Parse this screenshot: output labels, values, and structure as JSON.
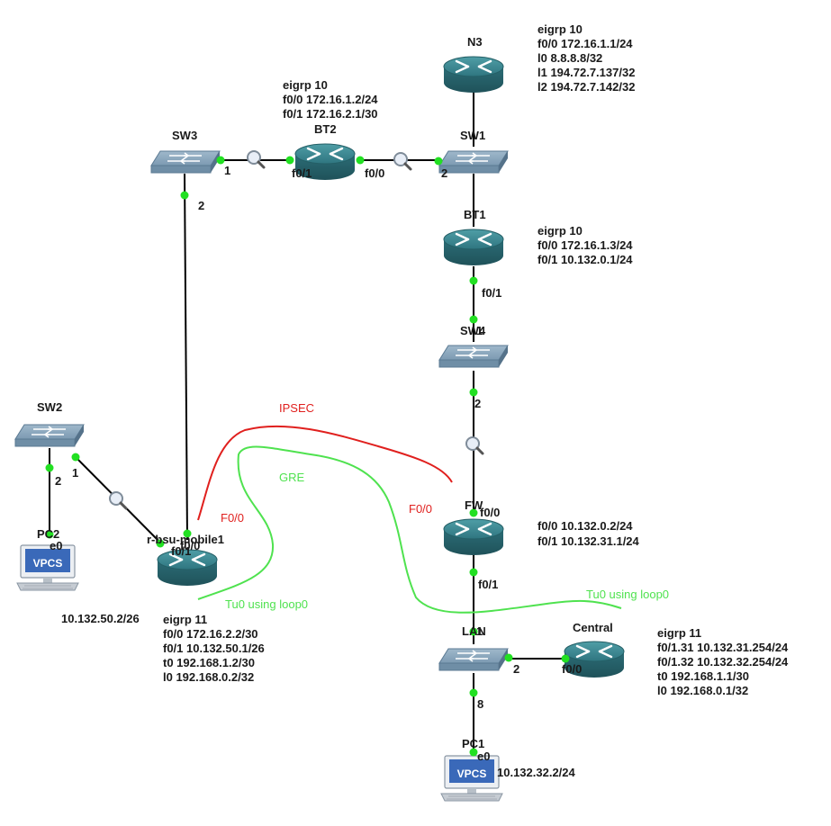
{
  "colors": {
    "ipsec": "#e0201e",
    "gre": "#4fe24f",
    "router": "#2f7f88",
    "switch": "#6b8fa8",
    "port_dot": "#22e022"
  },
  "devices": {
    "n3": {
      "name": "N3",
      "icon": "router-icon"
    },
    "sw1": {
      "name": "SW1",
      "icon": "switch-icon"
    },
    "bt2": {
      "name": "BT2",
      "icon": "router-icon"
    },
    "sw3": {
      "name": "SW3",
      "icon": "switch-icon"
    },
    "bt1": {
      "name": "BT1",
      "icon": "router-icon"
    },
    "sw4": {
      "name": "SW4",
      "icon": "switch-icon"
    },
    "fw": {
      "name": "FW",
      "icon": "router-icon"
    },
    "lan": {
      "name": "LAN",
      "icon": "switch-icon"
    },
    "central": {
      "name": "Central",
      "icon": "router-icon"
    },
    "sw2": {
      "name": "SW2",
      "icon": "switch-icon"
    },
    "mobile": {
      "name": "r-bsu-mobile1",
      "icon": "router-icon"
    },
    "pc1": {
      "name": "PC1",
      "icon": "vpcs-icon",
      "badge": "VPCS"
    },
    "pc2": {
      "name": "PC2",
      "icon": "vpcs-icon",
      "badge": "VPCS"
    }
  },
  "configs": {
    "n3": [
      "eigrp 10",
      "f0/0 172.16.1.1/24",
      "l0 8.8.8.8/32",
      "l1 194.72.7.137/32",
      "l2 194.72.7.142/32"
    ],
    "bt2": [
      "eigrp 10",
      "f0/0 172.16.1.2/24",
      "f0/1 172.16.2.1/30"
    ],
    "bt1": [
      "eigrp 10",
      "f0/0 172.16.1.3/24",
      "f0/1 10.132.0.1/24"
    ],
    "fw": [
      "f0/0 10.132.0.2/24",
      "f0/1 10.132.31.1/24"
    ],
    "central": [
      "eigrp 11",
      "f0/1.31 10.132.31.254/24",
      "f0/1.32 10.132.32.254/24",
      "t0 192.168.1.1/30",
      "l0 192.168.0.1/32"
    ],
    "mobile": [
      "eigrp 11",
      "f0/0 172.16.2.2/30",
      "f0/1 10.132.50.1/26",
      "t0 192.168.1.2/30",
      "l0 192.168.0.2/32"
    ],
    "pc1_ip": "10.132.32.2/24",
    "pc2_ip": "10.132.50.2/26"
  },
  "ports": {
    "sw3_1": "1",
    "bt2_f01": "f0/1",
    "bt2_f00": "f0/0",
    "sw1_2": "2",
    "sw3_2": "2",
    "bt1_f01": "f0/1",
    "sw4_1": "1",
    "sw4_2": "2",
    "fw_f00": "f0/0",
    "fw_f01": "f0/1",
    "lan_1": "1",
    "lan_2": "2",
    "lan_8": "8",
    "central_f00": "f0/0",
    "pc1_e0": "e0",
    "sw2_1": "1",
    "sw2_2": "2",
    "pc2_e0": "e0",
    "mobile_f00": "f0/0",
    "mobile_f01": "f0/1"
  },
  "annotations": {
    "ipsec": "IPSEC",
    "gre": "GRE",
    "f00_left": "F0/0",
    "f00_right": "F0/0",
    "tu0_left": "Tu0 using loop0",
    "tu0_right": "Tu0 using loop0"
  }
}
